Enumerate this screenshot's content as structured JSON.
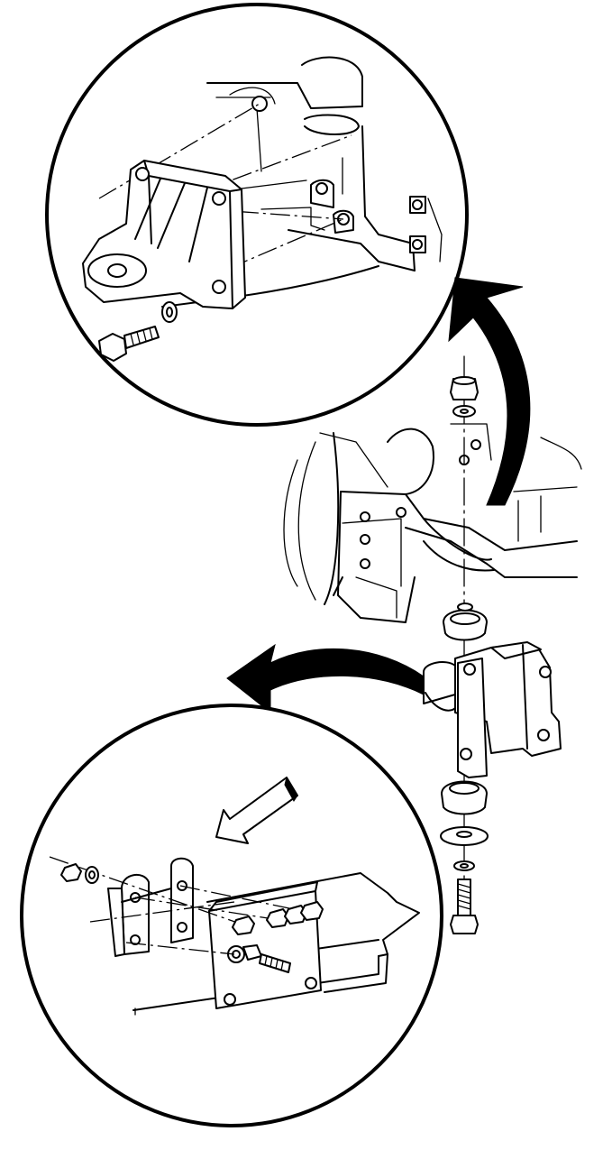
{
  "figure": {
    "views": [
      "upper-detail-transmission-mount-bracket",
      "center-exploded-mount-stack",
      "lower-detail-crossmember-bracket"
    ],
    "arrows": [
      "curved-arrow-to-upper-detail",
      "curved-arrow-to-lower-detail",
      "block-arrow-direction"
    ],
    "colors": {
      "line": "#000000",
      "background": "#ffffff"
    }
  }
}
